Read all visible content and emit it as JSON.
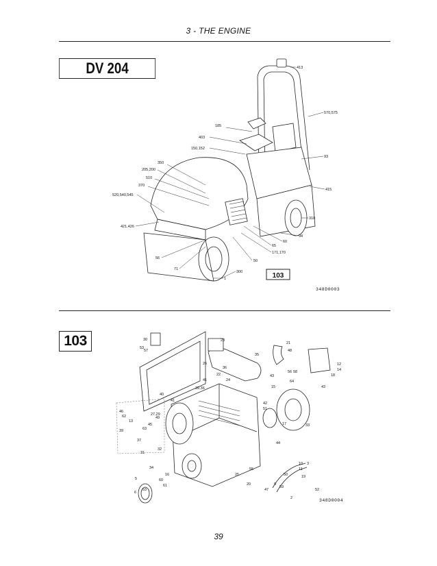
{
  "header": {
    "title": "3 - THE ENGINE"
  },
  "model": {
    "label": "DV 204"
  },
  "section": {
    "label": "103"
  },
  "callout": {
    "label": "103"
  },
  "page": {
    "number": "39"
  },
  "figure1": {
    "code": "348D0003",
    "labels": [
      "413",
      "570,575",
      "185",
      "403",
      "150,152",
      "93",
      "350",
      "205,200",
      "510",
      "370",
      "415",
      "520,540,545",
      "310",
      "421,426",
      "94",
      "60",
      "65",
      "171,170",
      "56",
      "50",
      "71",
      "300",
      "1"
    ]
  },
  "figure2": {
    "code": "348D0004",
    "labels": [
      "30",
      "53",
      "57",
      "23",
      "21",
      "48",
      "35",
      "26",
      "12",
      "14",
      "18",
      "36",
      "22",
      "41",
      "24",
      "43",
      "56",
      "58",
      "15",
      "64",
      "17",
      "39,36",
      "40",
      "42",
      "45",
      "41",
      "46",
      "51",
      "44",
      "27,29",
      "49",
      "13",
      "63",
      "62",
      "32",
      "31",
      "37",
      "39",
      "33",
      "34",
      "55",
      "10",
      "11",
      "25",
      "3",
      "19",
      "50",
      "43",
      "16",
      "20",
      "5",
      "60",
      "61",
      "59",
      "2",
      "52",
      "9",
      "47",
      "6",
      "53"
    ]
  }
}
